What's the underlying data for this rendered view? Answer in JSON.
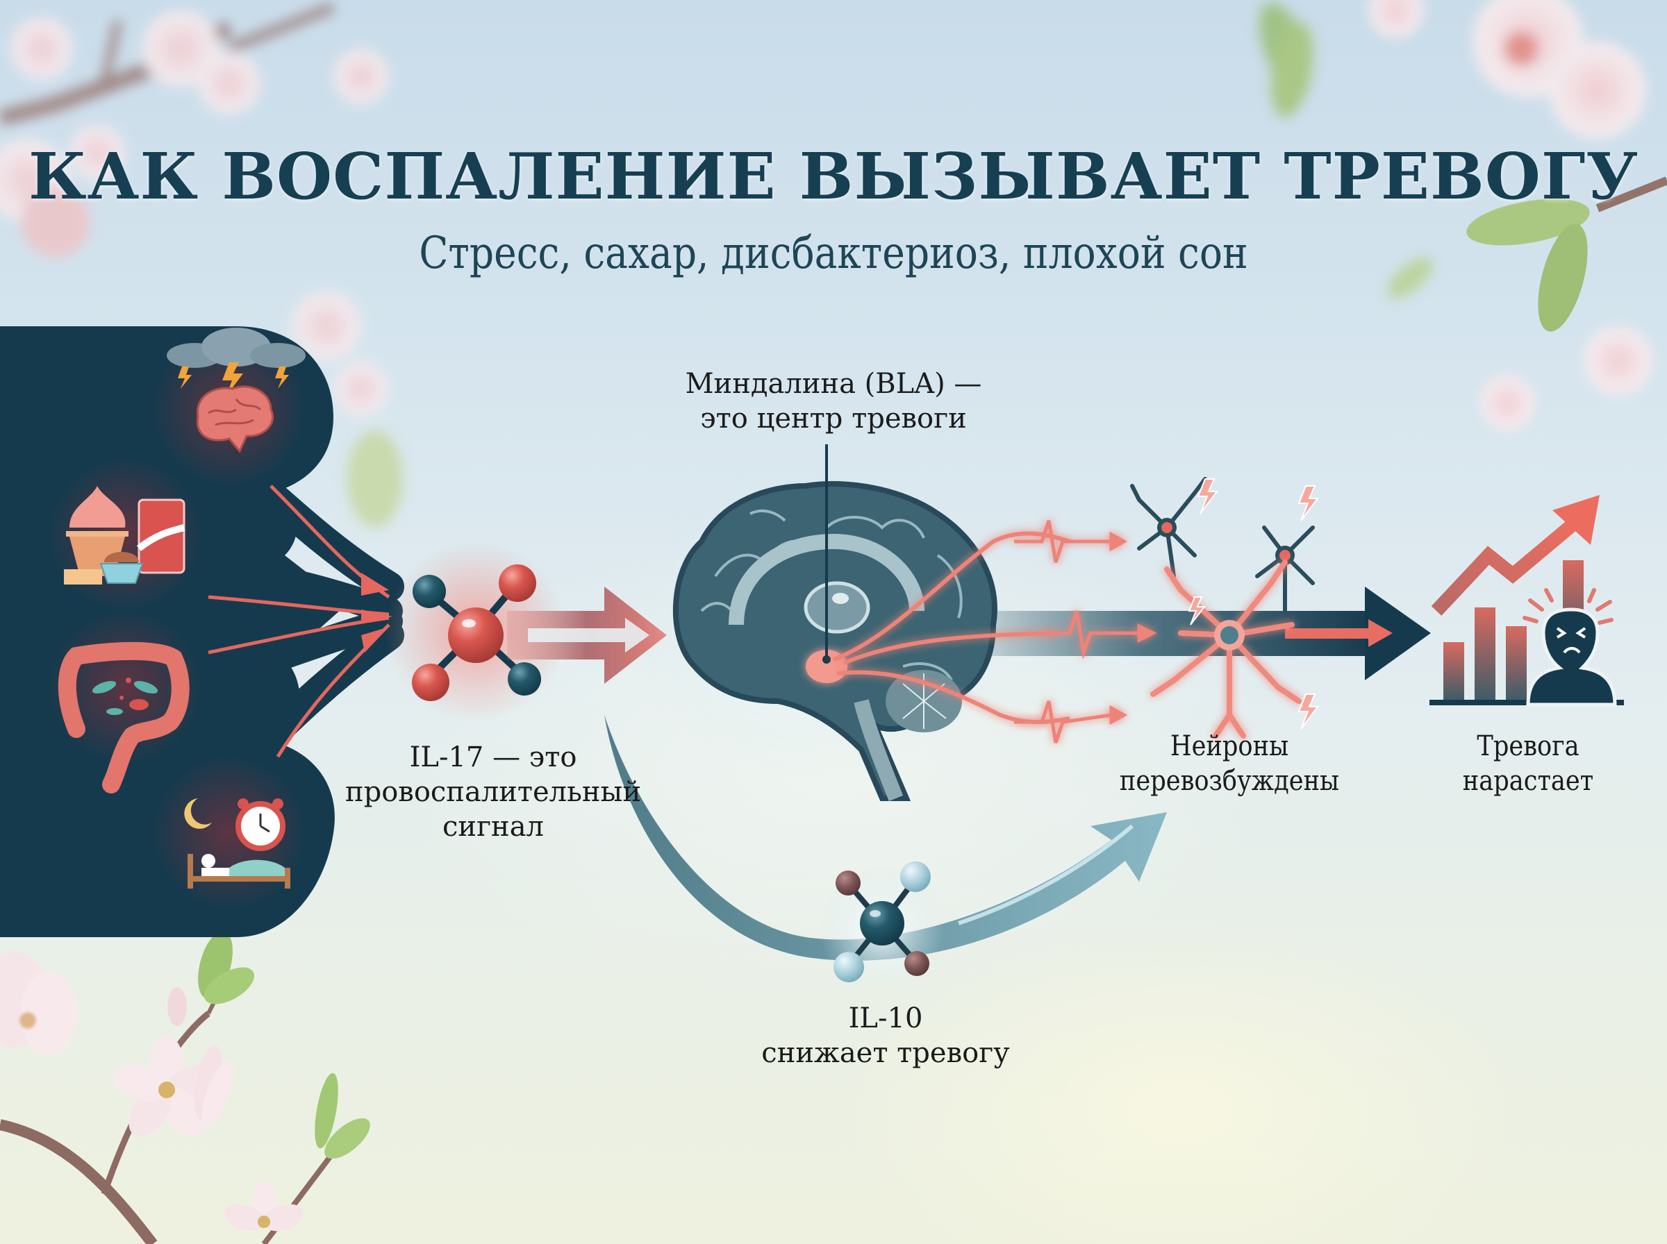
{
  "header": {
    "title": "КАК ВОСПАЛЕНИЕ ВЫЗЫВАЕТ ТРЕВОГУ",
    "subtitle": "Стресс, сахар, дисбактериоз, плохой сон"
  },
  "causes_panel": {
    "items": [
      {
        "name": "stress",
        "icon": "storm-cloud-brain-icon"
      },
      {
        "name": "sugar",
        "icon": "sweets-soda-icon"
      },
      {
        "name": "dysbiosis",
        "icon": "intestine-bacteria-icon"
      },
      {
        "name": "poor-sleep",
        "icon": "sleep-alarm-clock-icon"
      }
    ],
    "colors": {
      "panel": "#163a4d",
      "flow_line": "#e5675e"
    }
  },
  "il17": {
    "line1": "IL-17 — это",
    "line2": "провоспалительный",
    "line3": "сигнал",
    "icon": "pro-inflammatory-molecule-icon",
    "color": "#d9534f"
  },
  "amygdala": {
    "line1": "Миндалина (BLA) —",
    "line2": "это центр тревоги",
    "icon": "brain-sagittal-icon"
  },
  "neurons": {
    "line1": "Нейроны",
    "line2": "перевозбуждены",
    "icon": "overexcited-neurons-icon"
  },
  "anxiety": {
    "line1": "Тревога",
    "line2": "нарастает",
    "icon": "rising-chart-anxious-person-icon"
  },
  "il10": {
    "line1": "IL-10",
    "line2": "снижает тревогу",
    "icon": "anti-inflammatory-molecule-icon",
    "color": "#2f4f5c"
  },
  "palette": {
    "navy": "#163a4d",
    "coral": "#e5675e",
    "teal": "#4f7f8c",
    "text": "#1b1b1b",
    "title": "#163f52"
  }
}
